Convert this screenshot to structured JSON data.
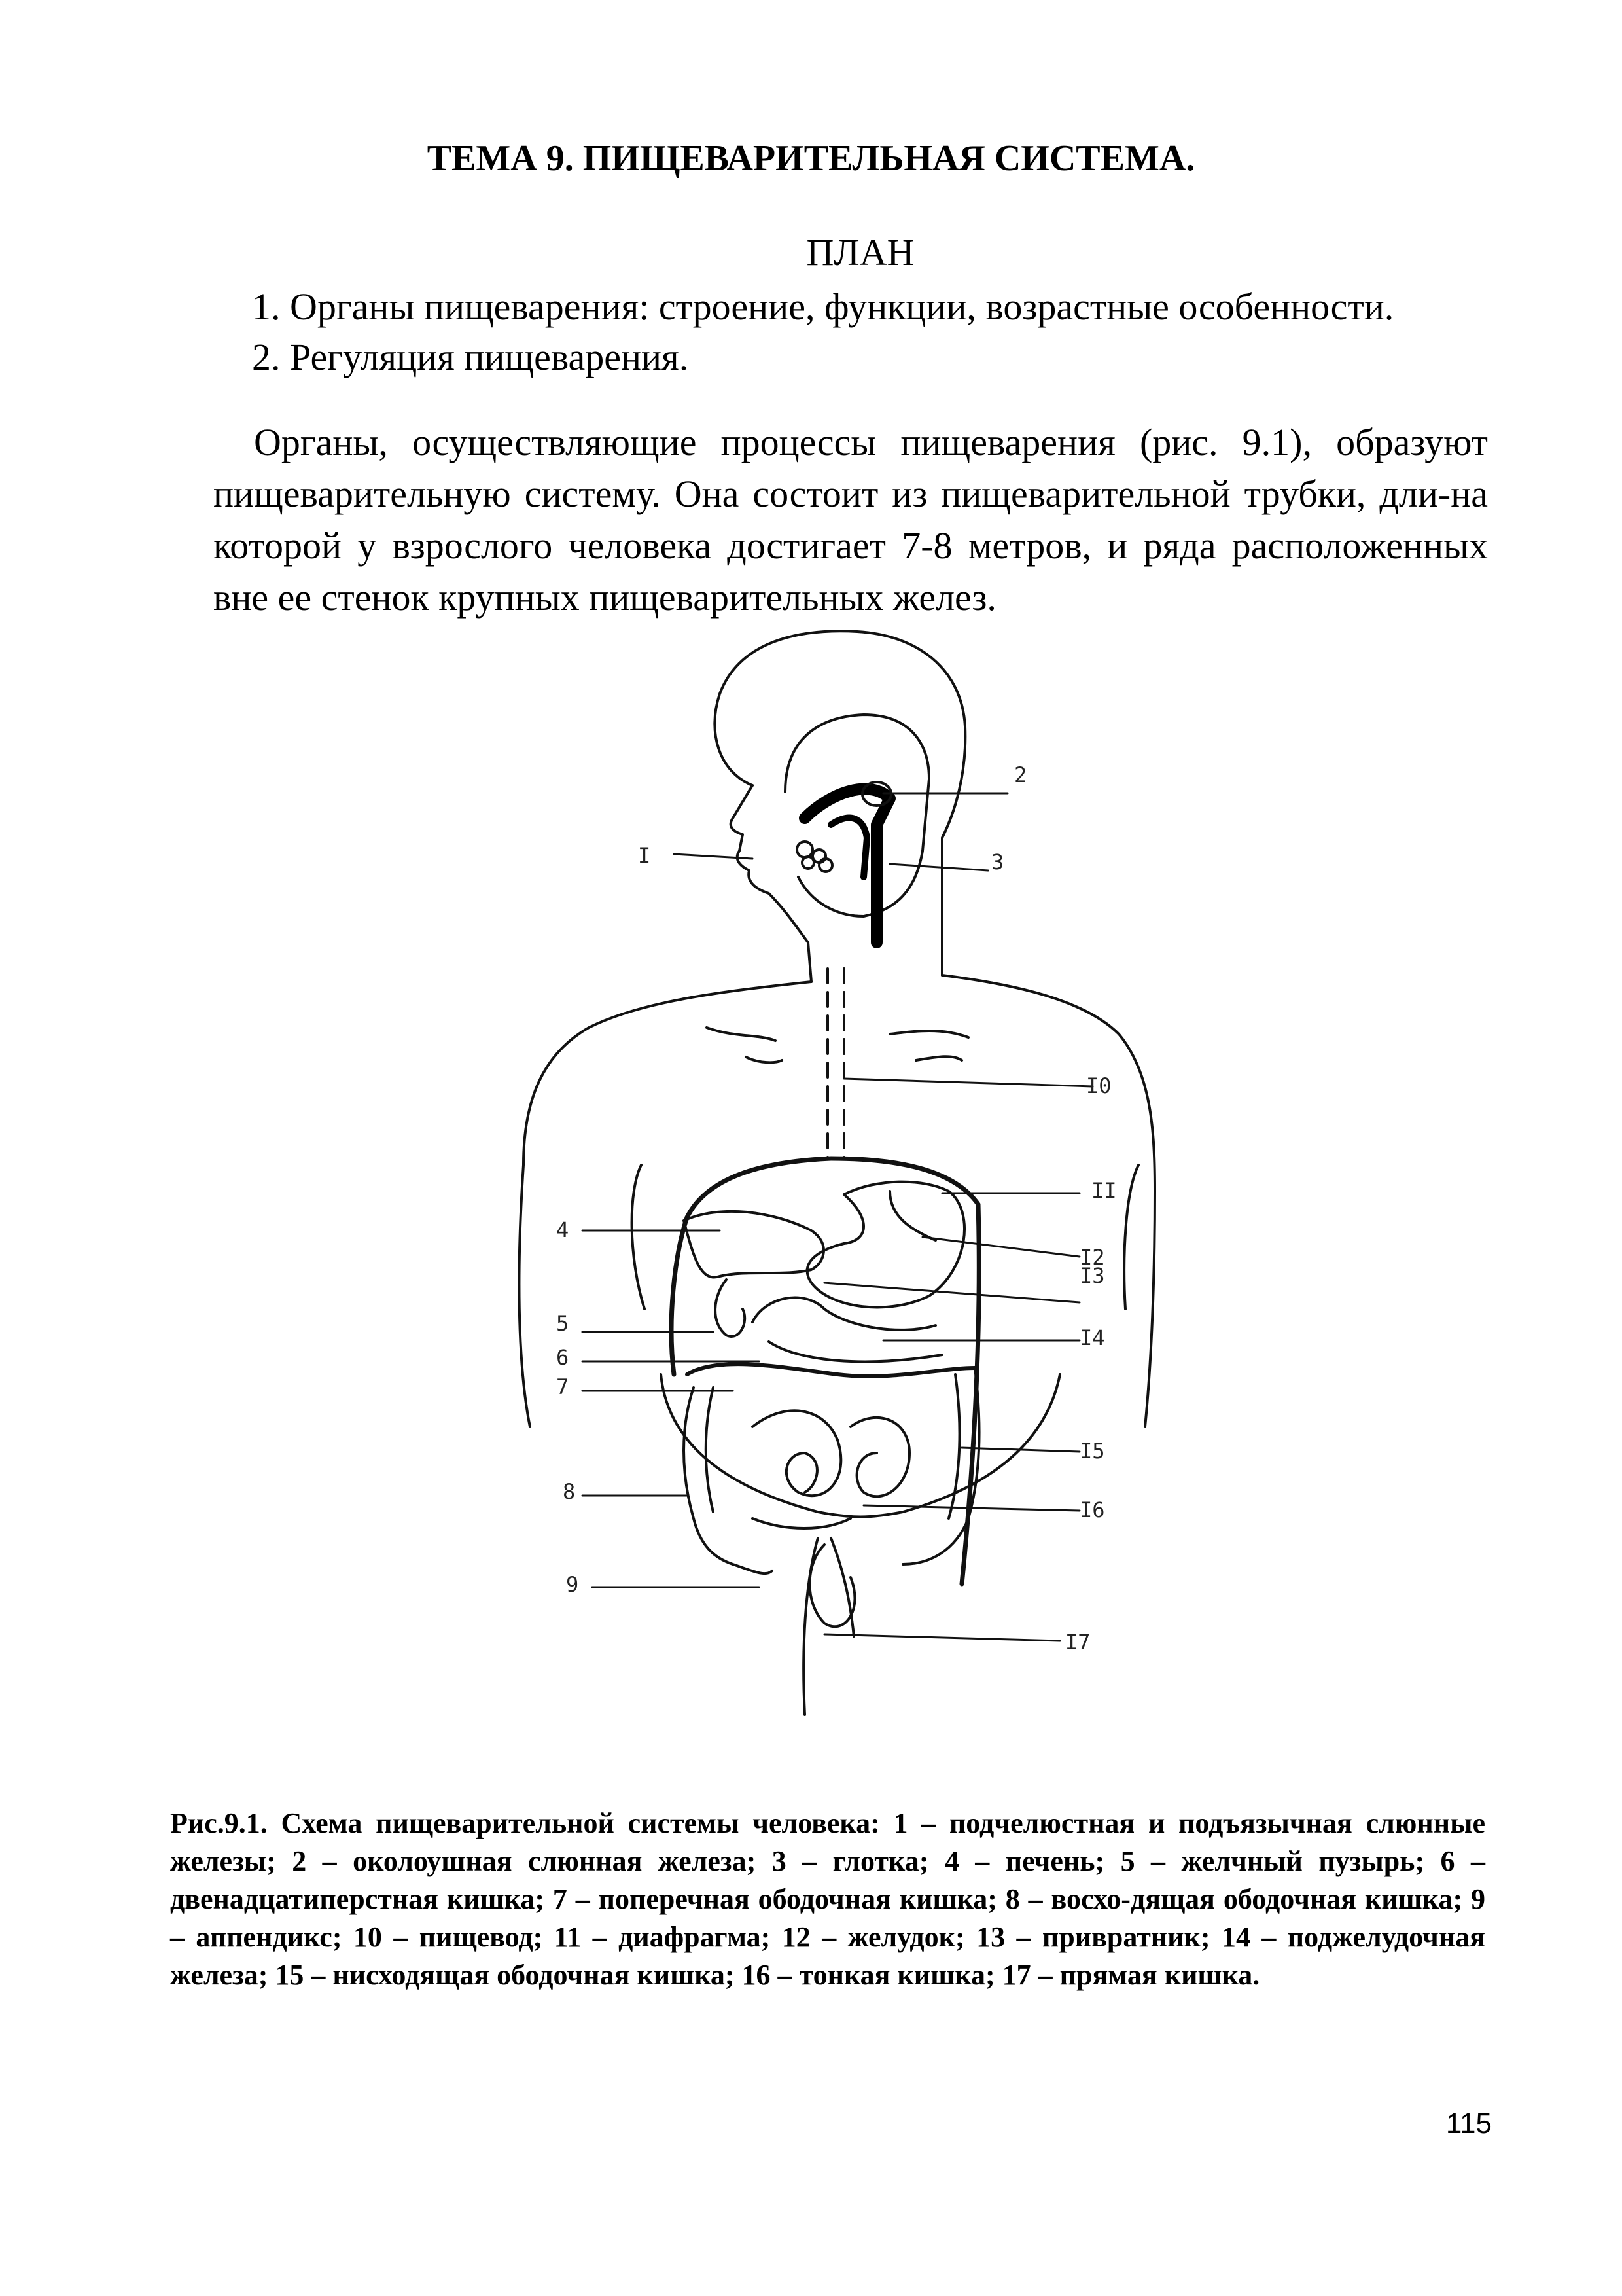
{
  "title": "ТЕМА 9. ПИЩЕВАРИТЕЛЬНАЯ СИСТЕМА.",
  "plan": {
    "heading": "ПЛАН",
    "items": [
      "1. Органы пищеварения: строение, функции, возрастные особенности.",
      "2. Регуляция пищеварения."
    ]
  },
  "intro_text": "Органы, осуществляющие процессы пищеварения (рис. 9.1), образуют пищеварительную систему. Она состоит из пищеварительной трубки, дли-на которой у взрослого человека достигает 7-8 метров, и ряда расположенных вне ее стенок крупных пищеварительных желез.",
  "figure": {
    "labels": {
      "l1": "I",
      "l2": "2",
      "l3": "3",
      "l4": "4",
      "l5": "5",
      "l6": "6",
      "l7": "7",
      "l8": "8",
      "l9": "9",
      "l10": "I0",
      "l11": "II",
      "l12": "I2",
      "l13": "I3",
      "l14": "I4",
      "l15": "I5",
      "l16": "I6",
      "l17": "I7"
    },
    "caption": "Рис.9.1. Схема пищеварительной системы человека: 1 – подчелюстная и подъязычная слюнные железы; 2 – околоушная слюнная железа; 3 – глотка; 4 – печень; 5 – желчный пузырь; 6 – двенадцатиперстная кишка; 7 – поперечная ободочная кишка; 8 – восхо-дящая ободочная кишка; 9 – аппендикс; 10 – пищевод; 11 – диафрагма; 12 – желудок; 13 – привратник; 14 – поджелудочная железа; 15 – нисходящая ободочная кишка; 16 – тонкая кишка; 17 – прямая кишка."
  },
  "page_number": "115"
}
